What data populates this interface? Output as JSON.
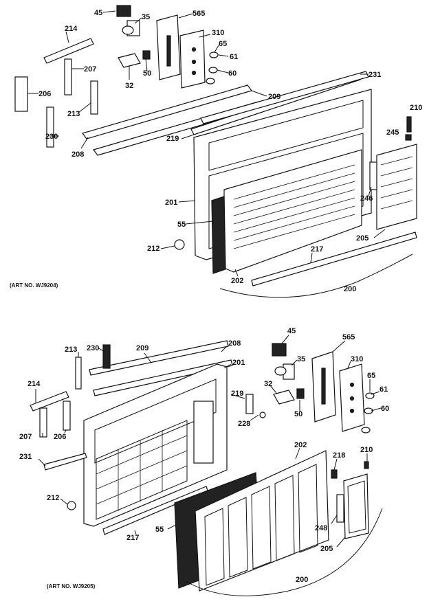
{
  "diagrams": [
    {
      "art_no": "(ART NO. WJ9204)",
      "group_label": "200",
      "labels": [
        "45",
        "35",
        "565",
        "214",
        "310",
        "65",
        "61",
        "207",
        "32",
        "50",
        "60",
        "231",
        "206",
        "209",
        "213",
        "210",
        "230",
        "219",
        "245",
        "208",
        "246",
        "201",
        "55",
        "205",
        "212",
        "217",
        "202"
      ]
    },
    {
      "art_no": "(ART NO. WJ9205)",
      "group_label": "200",
      "labels": [
        "45",
        "565",
        "230",
        "213",
        "209",
        "208",
        "201",
        "35",
        "310",
        "65",
        "219",
        "32",
        "61",
        "214",
        "228",
        "60",
        "50",
        "207",
        "206",
        "202",
        "231",
        "218",
        "210",
        "212",
        "248",
        "55",
        "217",
        "205"
      ]
    }
  ]
}
